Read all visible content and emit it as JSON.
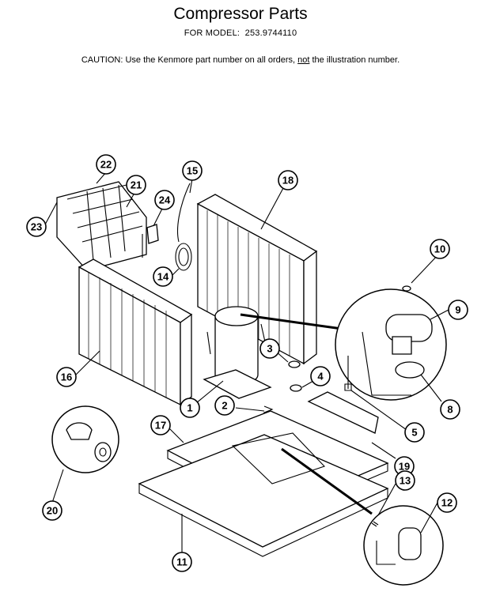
{
  "header": {
    "title": "Compressor Parts",
    "model_label": "FOR MODEL:",
    "model_number": "253.9744110",
    "caution_prefix": "CAUTION:  Use the Kenmore part number on all orders, ",
    "caution_emph": "not",
    "caution_suffix": " the illustration number."
  },
  "callouts": [
    "1",
    "2",
    "3",
    "4",
    "5",
    "8",
    "9",
    "10",
    "11",
    "12",
    "13",
    "14",
    "15",
    "16",
    "17",
    "18",
    "19",
    "20",
    "21",
    "22",
    "23",
    "24"
  ]
}
